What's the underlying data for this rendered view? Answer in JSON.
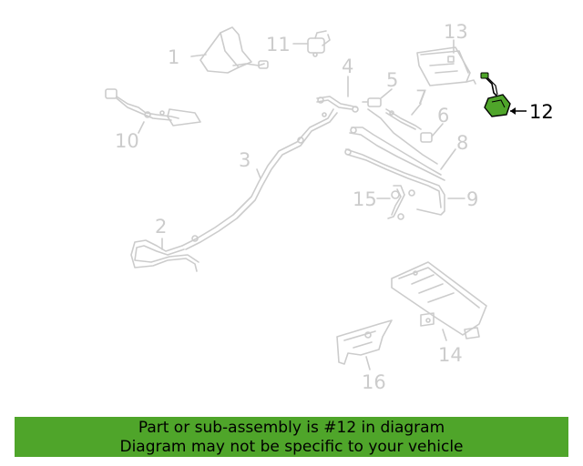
{
  "diagram": {
    "highlight_color": "#4fa52a",
    "faded_color": "#cccccc",
    "active_color": "#000000",
    "highlighted_part": "12",
    "callouts": [
      {
        "id": "1",
        "label": "1"
      },
      {
        "id": "2",
        "label": "2"
      },
      {
        "id": "3",
        "label": "3"
      },
      {
        "id": "4",
        "label": "4"
      },
      {
        "id": "5",
        "label": "5"
      },
      {
        "id": "6",
        "label": "6"
      },
      {
        "id": "7",
        "label": "7"
      },
      {
        "id": "8",
        "label": "8"
      },
      {
        "id": "9",
        "label": "9"
      },
      {
        "id": "10",
        "label": "10"
      },
      {
        "id": "11",
        "label": "11"
      },
      {
        "id": "12",
        "label": "12"
      },
      {
        "id": "13",
        "label": "13"
      },
      {
        "id": "14",
        "label": "14"
      },
      {
        "id": "15",
        "label": "15"
      },
      {
        "id": "16",
        "label": "16"
      }
    ]
  },
  "banner": {
    "line1": "Part or sub-assembly is #12 in diagram",
    "line2": "Diagram may not be specific to your vehicle",
    "background": "#4fa52a"
  }
}
